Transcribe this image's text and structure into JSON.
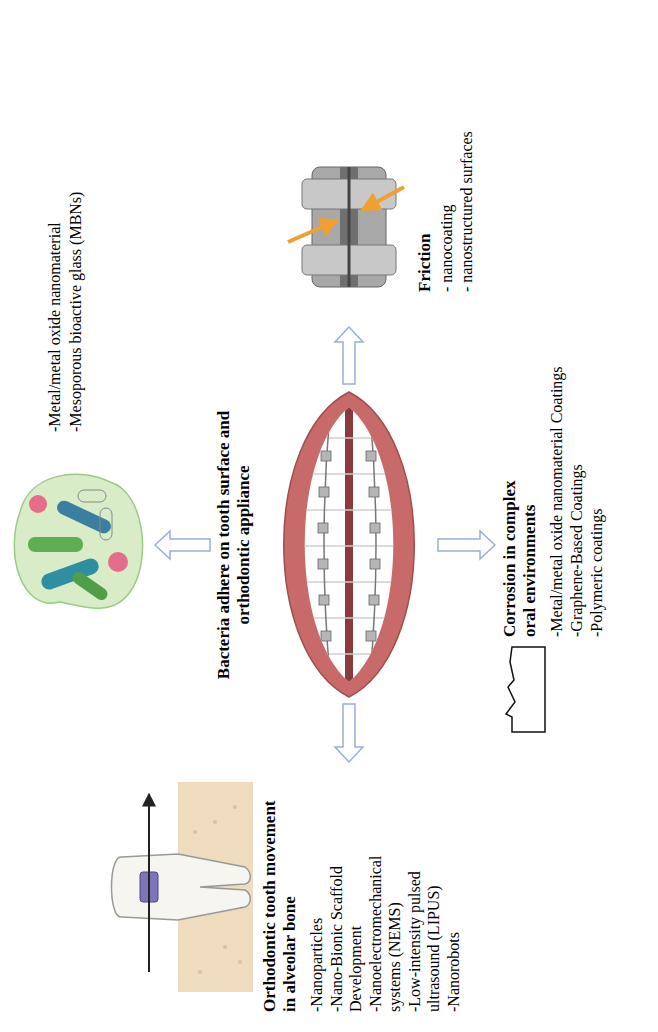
{
  "diagram": {
    "labels": [
      "Bacteria adhere on tooth surface and orthodontic appliance",
      "-Metal/metal oxide nanomaterial",
      "-Mesoporous bioactive glass (MBNs)",
      "Friction",
      "- nanocoating",
      "- nanostructured surfaces",
      "Corrosion in complex oral environments",
      "-Metal/metal oxide nanomaterial Coatings",
      "-Graphene-Based Coatings",
      "-Polymeric coatings",
      "Orthodontic tooth movement in alveolar bone",
      "-Nanoparticles",
      "-Nano-Bionic Scaffold Development",
      "-Nanoelectromechanical systems (NEMS)",
      "-Low-intensity pulsed ultrasound (LIPUS)",
      "-Nanorobots"
    ]
  }
}
